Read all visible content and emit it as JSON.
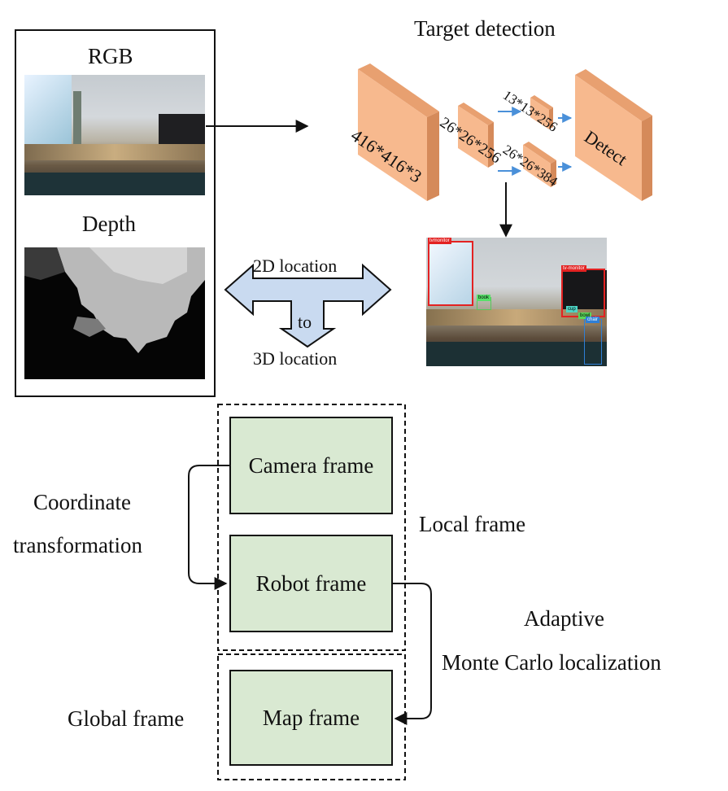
{
  "top_left_panel": {
    "rgb_title": "RGB",
    "depth_title": "Depth"
  },
  "detection": {
    "title": "Target detection",
    "layers": [
      "416*416*3",
      "26*26*256",
      "13*13*256",
      "26*26*384",
      "Detect"
    ],
    "detected_labels": [
      "tvmonitor",
      "book",
      "tv-monitor",
      "cup",
      "bowl",
      "chair"
    ]
  },
  "arrow_labels": {
    "line1": "2D  location",
    "line2": "to",
    "line3": "3D  location"
  },
  "frames": {
    "camera": "Camera  frame",
    "robot": "Robot  frame",
    "map": "Map  frame",
    "local": "Local  frame",
    "global": "Global  frame"
  },
  "transforms": {
    "coord_line1": "Coordinate",
    "coord_line2": "transformation",
    "amcl_line1": "Adaptive",
    "amcl_line2": "Monte  Carlo  localization"
  },
  "colors": {
    "layer_fill": "#f7b98e",
    "frame_fill": "#d9e9d2",
    "double_arrow_fill": "#c9daf0",
    "detect_box_red": "#e32222",
    "detect_box_blue": "#2f7fd6"
  }
}
